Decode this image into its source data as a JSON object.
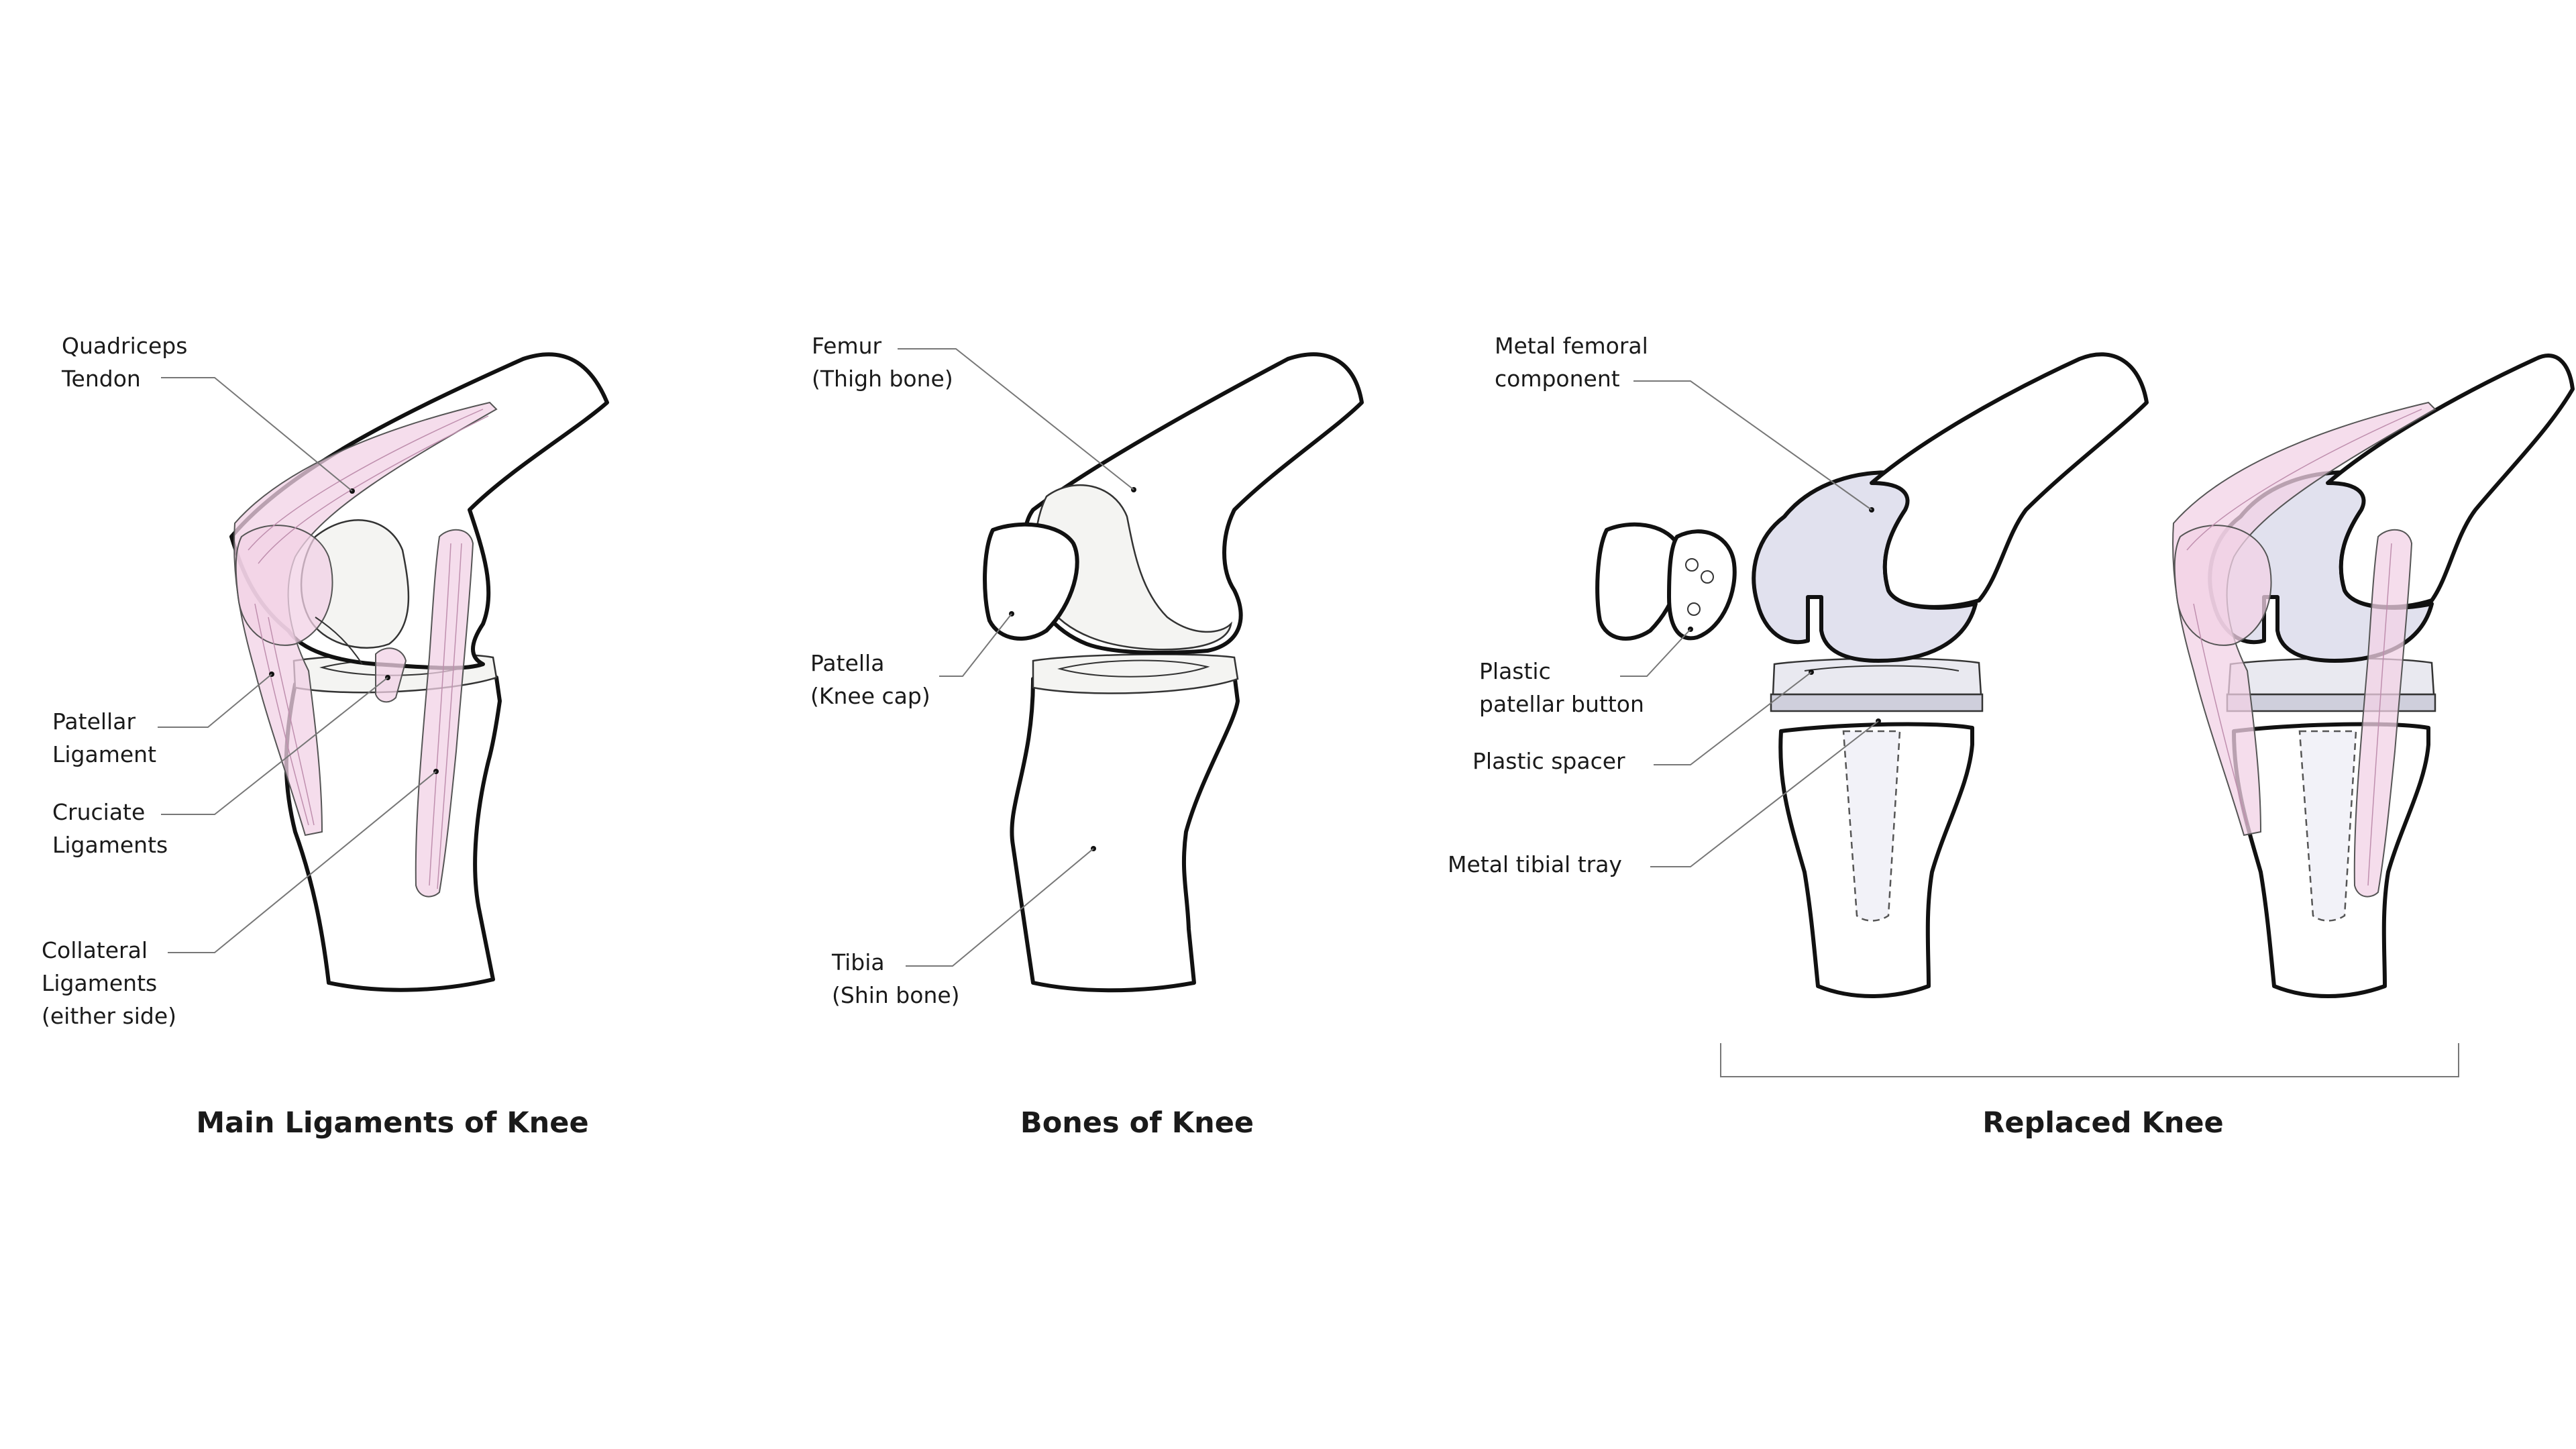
{
  "panels": [
    {
      "caption": "Main Ligaments of Knee",
      "labels": [
        {
          "lines": [
            "Quadriceps",
            "Tendon"
          ]
        },
        {
          "lines": [
            "Patellar",
            "Ligament"
          ]
        },
        {
          "lines": [
            "Cruciate",
            "Ligaments"
          ]
        },
        {
          "lines": [
            "Collateral",
            "Ligaments",
            "(either side)"
          ]
        }
      ]
    },
    {
      "caption": "Bones of Knee",
      "labels": [
        {
          "lines": [
            "Femur",
            "(Thigh bone)"
          ]
        },
        {
          "lines": [
            "Patella",
            "(Knee cap)"
          ]
        },
        {
          "lines": [
            "Tibia",
            "(Shin bone)"
          ]
        }
      ]
    },
    {
      "caption": "Replaced Knee",
      "labels": [
        {
          "lines": [
            "Metal femoral",
            "component"
          ]
        },
        {
          "lines": [
            "Plastic",
            "patellar button"
          ]
        },
        {
          "lines": [
            "Plastic spacer"
          ]
        },
        {
          "lines": [
            "Metal tibial tray"
          ]
        }
      ]
    }
  ],
  "colors": {
    "ligament": "#f2d2e6",
    "metal_component": "#e1e1ee",
    "cartilage": "#f4f4f2",
    "outline": "#111111"
  }
}
